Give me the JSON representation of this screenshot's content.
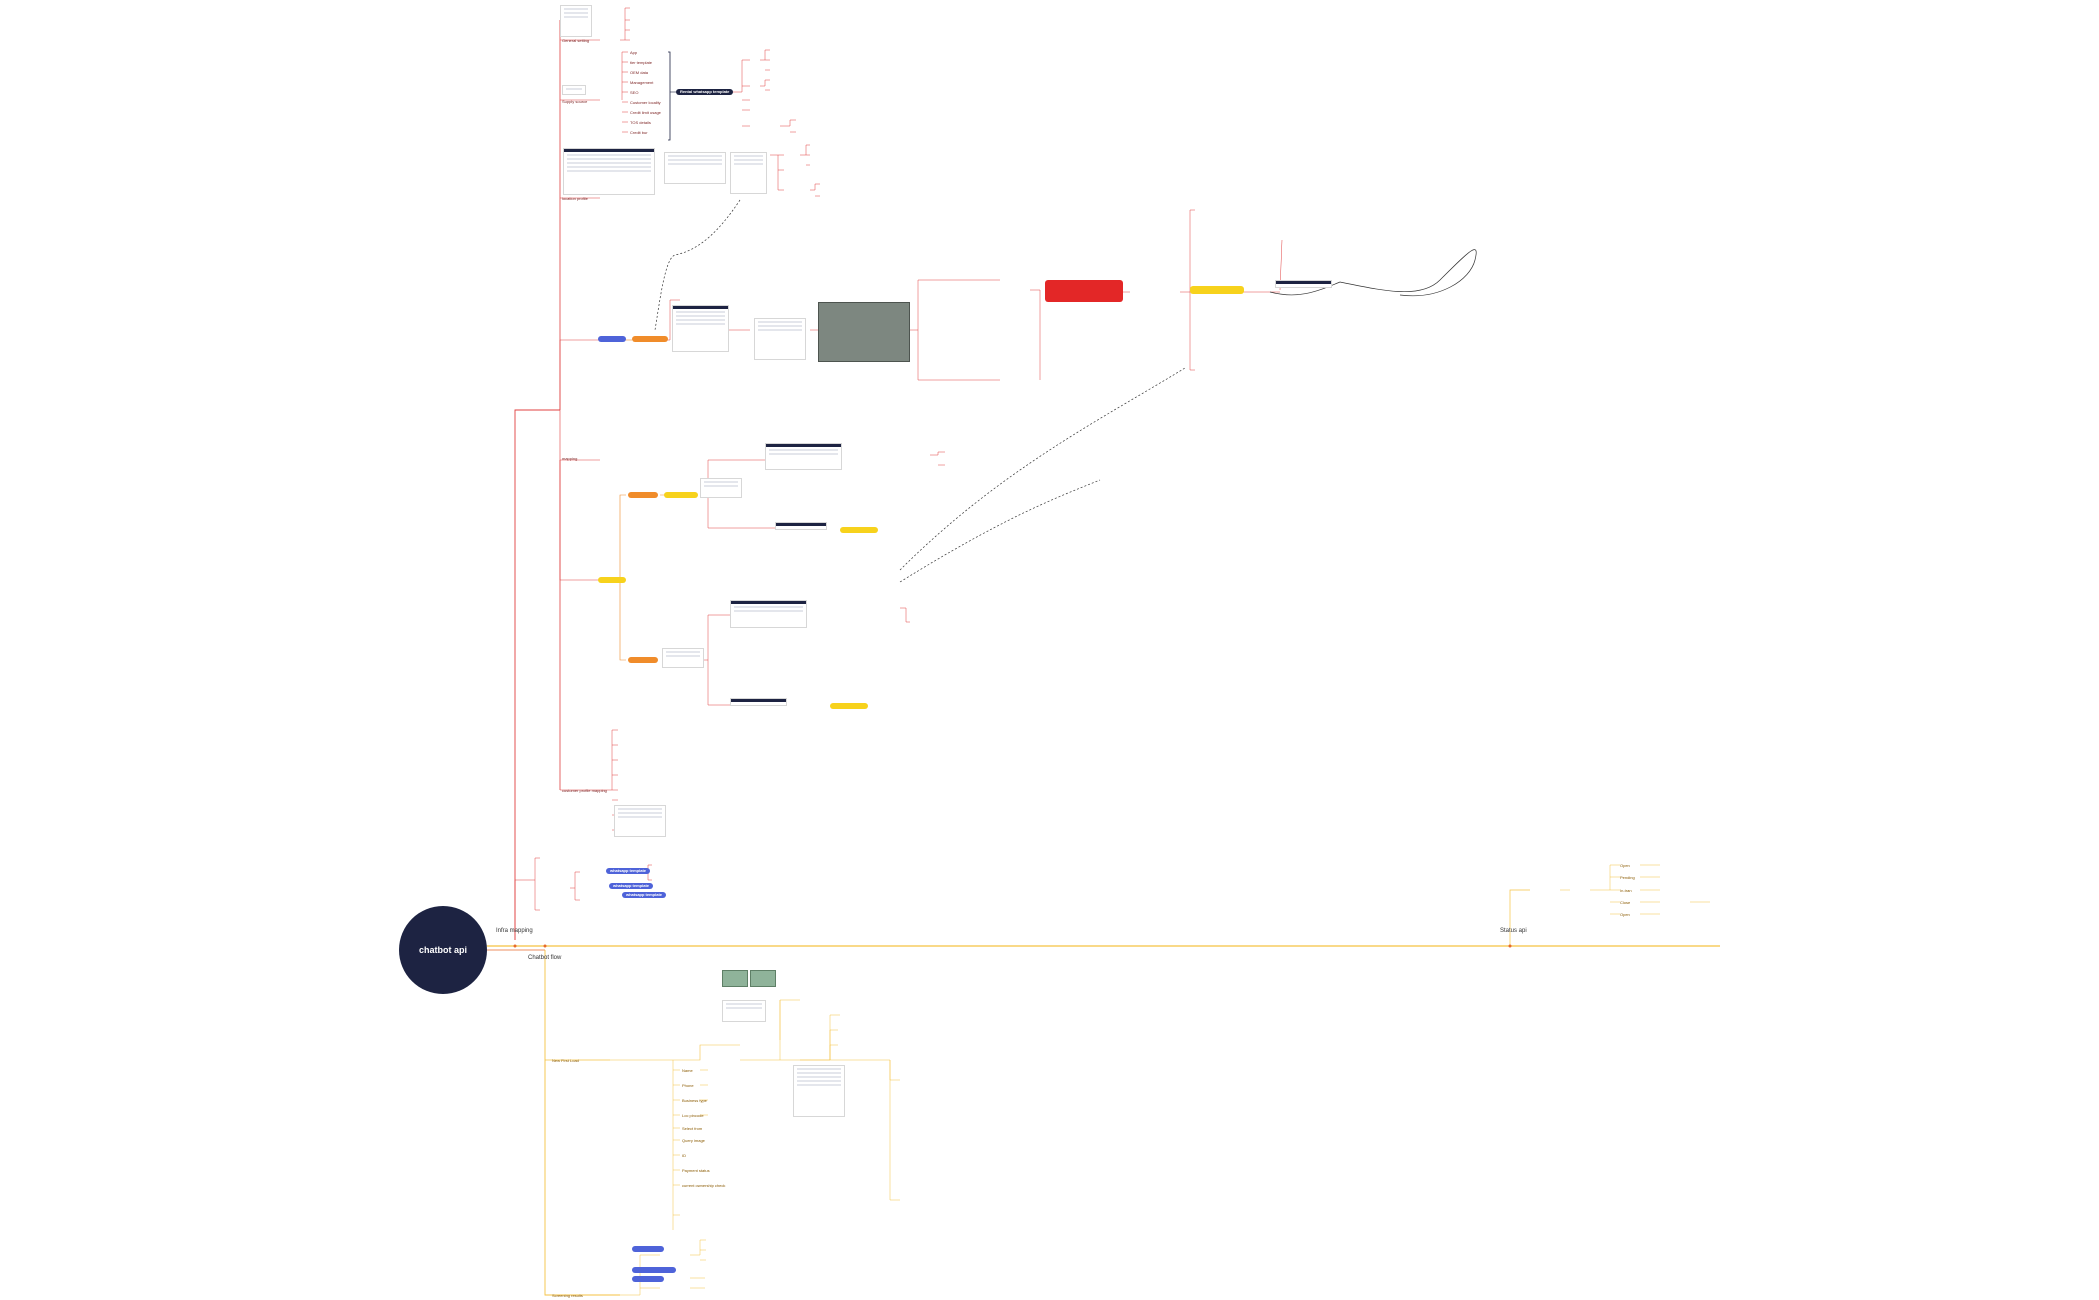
{
  "root": {
    "title": "chatbot api"
  },
  "branches": {
    "infra": "Infra mapping",
    "chatbot": "Chatbot flow",
    "status": "Status api"
  },
  "pills": [
    {
      "id": "rental-template",
      "text": "Rental whatsapp template",
      "style": "navy"
    },
    {
      "id": "prov-1",
      "text": "",
      "style": "blue"
    },
    {
      "id": "prov-1b",
      "text": "",
      "style": "orange"
    },
    {
      "id": "prov-2",
      "text": "",
      "style": "orange"
    },
    {
      "id": "prov-2b",
      "text": "",
      "style": "yellow"
    },
    {
      "id": "prov-3",
      "text": "",
      "style": "yellow"
    },
    {
      "id": "prov-3b",
      "text": "",
      "style": "yellow"
    },
    {
      "id": "wa-template-1",
      "text": "whatsapp template",
      "style": "blue"
    },
    {
      "id": "wa-template-2",
      "text": "whatsapp template",
      "style": "blue"
    },
    {
      "id": "wa-template-3",
      "text": "whatsapp template",
      "style": "blue"
    },
    {
      "id": "alert-box",
      "text": "",
      "style": "red"
    },
    {
      "id": "alert-yellow",
      "text": "",
      "style": "yellow"
    },
    {
      "id": "cb-1",
      "text": "",
      "style": "blue"
    },
    {
      "id": "cb-2",
      "text": "",
      "style": "blue"
    },
    {
      "id": "cb-3",
      "text": "",
      "style": "blue"
    }
  ],
  "labels": {
    "infra_general_setting": "General setting",
    "infra_supply_source": "Supply source",
    "infra_user_mapping": "mapping",
    "infra_location_profile": "location profile",
    "infra_customer_profile": "customer profile mapping",
    "rental_items": [
      "App",
      "tier template",
      "OEM data",
      "Management",
      "SEO",
      "Customer locality",
      "Credit limit usage",
      "TOS details",
      "Credit bur"
    ],
    "status_items": [
      "Open",
      "Pending",
      "In-tran",
      "Close",
      "Open"
    ],
    "chatbot_items": [
      "Name",
      "Phone",
      "Business type",
      "Loc pincode",
      "Select from",
      "Query image",
      "ID",
      "Payment status",
      "current ownership check"
    ],
    "screening_results": "Screening results",
    "chatbot_step": "New First Load"
  }
}
